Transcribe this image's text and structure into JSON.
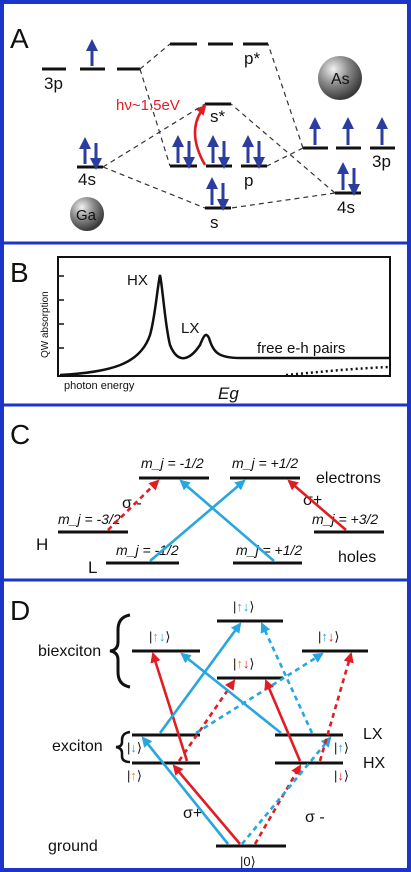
{
  "colors": {
    "frame": "#1a35c8",
    "red": "#e11d24",
    "cyan": "#27a6df",
    "spin": "#2b3d9e"
  },
  "panelA": {
    "label": "A",
    "ga_atom": "Ga",
    "as_atom": "As",
    "ga_3p": "3p",
    "ga_4s": "4s",
    "as_3p": "3p",
    "as_4s": "4s",
    "p_star": "p*",
    "s_star": "s*",
    "p": "p",
    "s": "s",
    "photon_prefix": "hν~",
    "photon_value": "1.5eV"
  },
  "panelB": {
    "label": "B",
    "ylabel": "QW absorption",
    "xlabel": "photon energy",
    "hx": "HX",
    "lx": "LX",
    "continuum": "free e-h pairs",
    "eg": "Eg"
  },
  "panelC": {
    "label": "C",
    "e1": "m_j = -1/2",
    "e2": "m_j = +1/2",
    "h_left": "m_j = -3/2",
    "l_left": "m_j = -1/2",
    "l_right": "m_j = +1/2",
    "h_right": "m_j = +3/2",
    "electrons": "electrons",
    "holes": "holes",
    "H": "H",
    "L": "L",
    "sigma_minus": "σ -",
    "sigma_plus": "σ+"
  },
  "panelD": {
    "label": "D",
    "biexciton": "biexciton",
    "exciton": "exciton",
    "ground": "ground",
    "LX": "LX",
    "HX": "HX",
    "ground_state": "|0⟩",
    "sigma_plus": "σ+",
    "sigma_minus": "σ -"
  }
}
